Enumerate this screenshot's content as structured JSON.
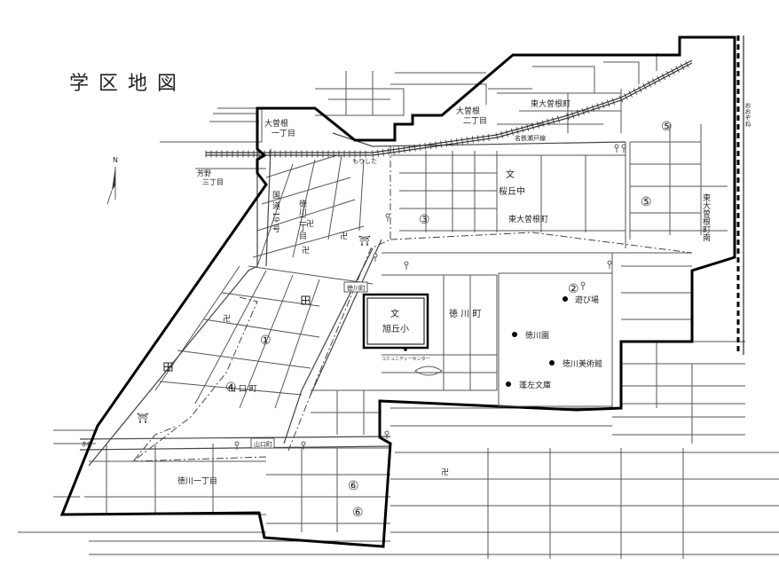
{
  "title": "学 区 地 図",
  "compass": {
    "label": "N"
  },
  "railway": {
    "name": "名鉄瀬戸線",
    "stations": [
      "もりした",
      "おおぞね"
    ]
  },
  "areas": [
    {
      "id": "ozone-1",
      "text": "大曽根\n一丁目"
    },
    {
      "id": "ozone-2",
      "text": "大曽根\n二丁目"
    },
    {
      "id": "higashi-ozone-cho",
      "text": "東大曽根町"
    },
    {
      "id": "higashi-ozone-cho-2",
      "text": "東大曽根町"
    },
    {
      "id": "higashi-ozone-minami",
      "text": "東大曽根町南"
    },
    {
      "id": "yoshino",
      "text": "芳野\n三丁目"
    },
    {
      "id": "tokugawa-2",
      "text": "徳川二丁目"
    },
    {
      "id": "tokugawa-cho",
      "text": "徳 川 町"
    },
    {
      "id": "yamaguchi",
      "text": "山 口 町"
    },
    {
      "id": "tokugawa-1",
      "text": "徳川一丁目"
    }
  ],
  "road_labels": {
    "kokudo": "国 道 19 号"
  },
  "bus_stops": [
    "徳川町",
    "山口町",
    "赤塚"
  ],
  "schools": [
    {
      "id": "sakuragaoka",
      "mark": "文",
      "name": "桜丘中"
    },
    {
      "id": "asahigaoka",
      "mark": "文",
      "name": "旭丘小"
    }
  ],
  "facilities": [
    {
      "id": "asobiba",
      "name": "遊び場"
    },
    {
      "id": "tokugawaen",
      "name": "徳川園"
    },
    {
      "id": "bijutsukan",
      "name": "徳川美術館"
    },
    {
      "id": "hosa",
      "name": "蓬左文庫"
    },
    {
      "id": "community",
      "name": "コミュニティーセンター"
    }
  ],
  "zone_markers": [
    "①",
    "②",
    "③",
    "④",
    "⑤",
    "⑤",
    "⑥",
    "⑥"
  ],
  "symbols": {
    "temple": "卍",
    "shrine": "⛩"
  }
}
